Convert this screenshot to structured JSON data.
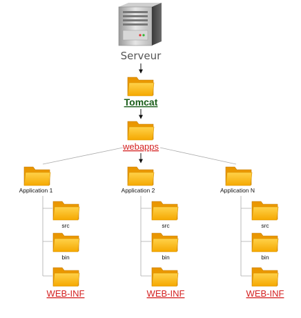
{
  "server": {
    "label": "Serveur",
    "icon": "server-tower-icon"
  },
  "tomcat": {
    "label": "Tomcat",
    "icon": "folder-icon"
  },
  "webapps": {
    "label": "webapps",
    "icon": "folder-icon"
  },
  "applications": [
    {
      "label": "Application 1",
      "children": [
        "src",
        "bin"
      ],
      "webinf": "WEB-INF"
    },
    {
      "label": "Application 2",
      "children": [
        "src",
        "bin"
      ],
      "webinf": "WEB-INF"
    },
    {
      "label": "Application N",
      "children": [
        "src",
        "bin"
      ],
      "webinf": "WEB-INF"
    }
  ],
  "colors": {
    "folder": "#f5a800",
    "folder_light": "#ffcf3a",
    "tomcat_text": "#1a5e1a",
    "link_red": "#d42020",
    "connector": "#aaaaaa"
  }
}
